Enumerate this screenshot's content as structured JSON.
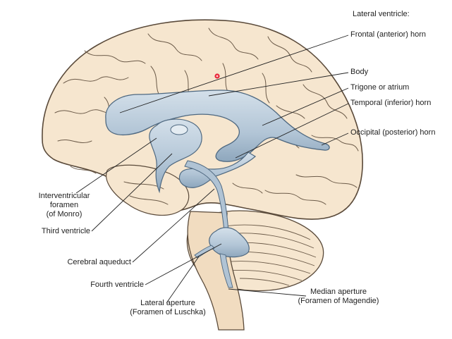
{
  "labels": {
    "lateral_ventricle_heading": "Lateral ventricle:",
    "frontal_horn": "Frontal (anterior) horn",
    "body": "Body",
    "trigone": "Trigone or atrium",
    "temporal_horn": "Temporal (inferior) horn",
    "occipital_horn": "Occipital (posterior) horn",
    "interventricular_foramen": [
      "Interventricular",
      "foramen",
      "(of Monro)"
    ],
    "third_ventricle": "Third ventricle",
    "cerebral_aqueduct": "Cerebral aqueduct",
    "fourth_ventricle": "Fourth ventricle",
    "lateral_aperture": [
      "Lateral aperture",
      "(Foramen of Luschka)"
    ],
    "median_aperture": [
      "Median aperture",
      "(Foramen of Magendie)"
    ]
  },
  "colors": {
    "brain_fill": "#f6e6cf",
    "brain_stroke": "#5a4a3a",
    "ventricle_fill": "#b9cadb",
    "ventricle_stroke": "#4e6880",
    "leader_line": "#222222",
    "marker": "#e8283a"
  }
}
